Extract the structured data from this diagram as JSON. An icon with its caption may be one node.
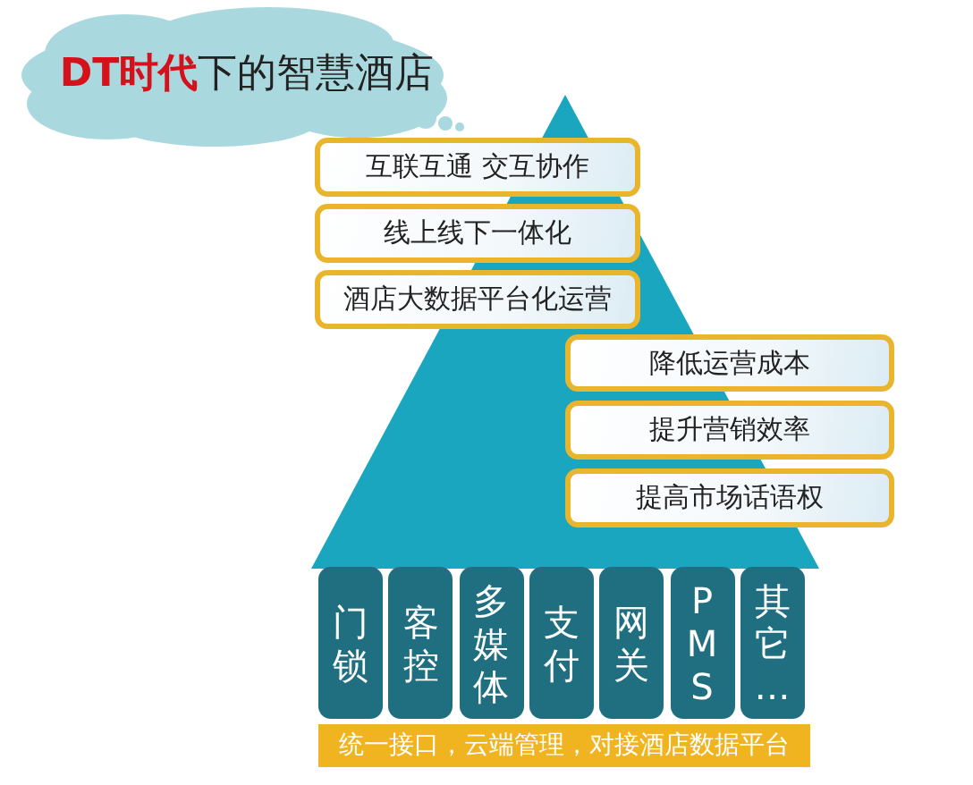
{
  "diagram": {
    "nodes": [
      {
        "text": [
          "**DT时代**下的智慧酒店"
        ]
      },
      {
        "text": [
          "互联互通 交互协作"
        ]
      },
      {
        "text": [
          "线上线下一体化"
        ]
      },
      {
        "text": [
          "酒店大数据平台化运营"
        ]
      },
      {
        "text": [
          "降低运营成本"
        ]
      },
      {
        "text": [
          "提升营销效率"
        ]
      },
      {
        "text": [
          "提高市场话语权"
        ]
      },
      {
        "text": [
          "门锁"
        ]
      },
      {
        "text": [
          "客控"
        ]
      },
      {
        "text": [
          "多媒体"
        ]
      },
      {
        "text": [
          "支付"
        ]
      },
      {
        "text": [
          "网关"
        ]
      },
      {
        "text": [
          "PMS"
        ]
      },
      {
        "text": [
          "其它…"
        ]
      },
      {
        "text": [
          "统一接口，云端管理，对接酒店数据平台"
        ]
      }
    ]
  }
}
